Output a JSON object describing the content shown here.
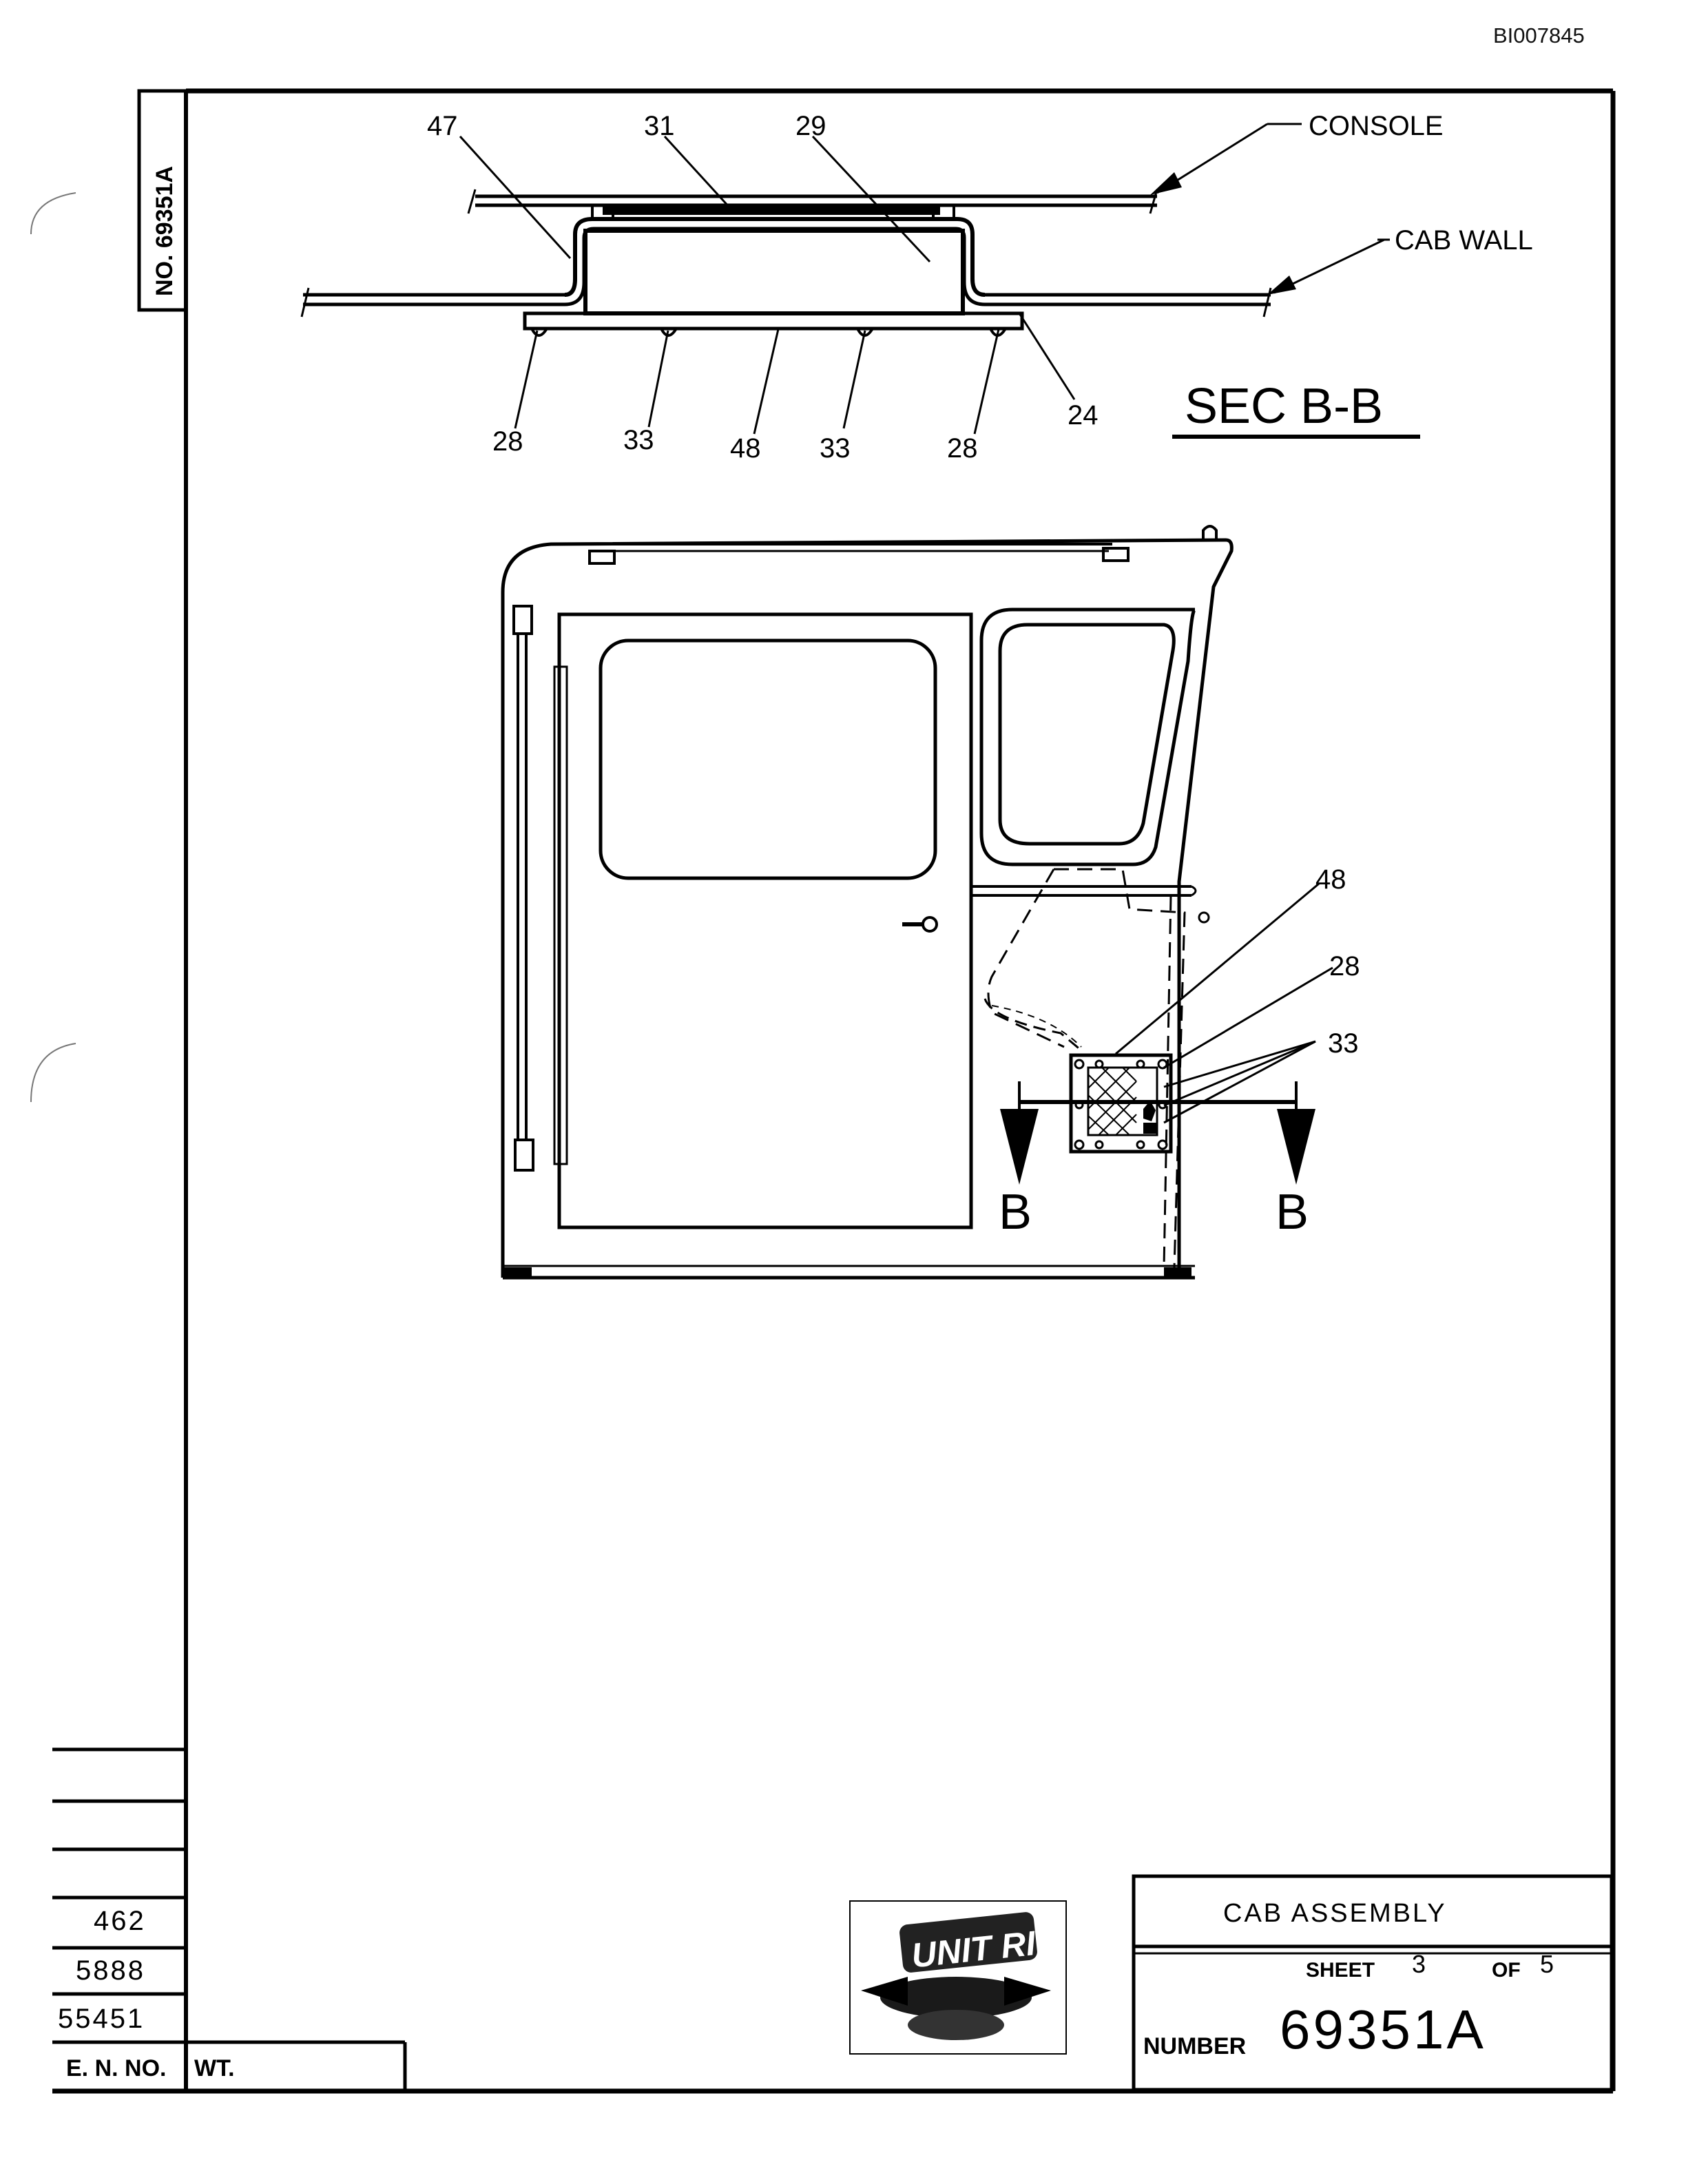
{
  "doc_id": "BI007845",
  "vertical_number": "NO. 69351A",
  "section": {
    "title": "SEC B-B",
    "console_label": "CONSOLE",
    "cab_wall_label": "CAB WALL",
    "callouts": {
      "c47": "47",
      "c31": "31",
      "c29": "29",
      "c28_left": "28",
      "c33_left": "33",
      "c48": "48",
      "c33_right": "33",
      "c28_right": "28",
      "c24": "24"
    }
  },
  "cab_view": {
    "callout_48": "48",
    "callout_28": "28",
    "callout_33": "33",
    "section_marker_left": "B",
    "section_marker_right": "B"
  },
  "revision_block": {
    "rows": [
      "462",
      "5888",
      "55451"
    ],
    "en_no_label": "E. N. NO.",
    "wt_label": "WT."
  },
  "logo_text": "UNIT RIG",
  "title_block": {
    "title": "CAB ASSEMBLY",
    "sheet_label": "SHEET",
    "sheet_number": "3",
    "of_label": "OF",
    "total_sheets": "5",
    "number_label": "NUMBER",
    "drawing_number": "69351A"
  }
}
